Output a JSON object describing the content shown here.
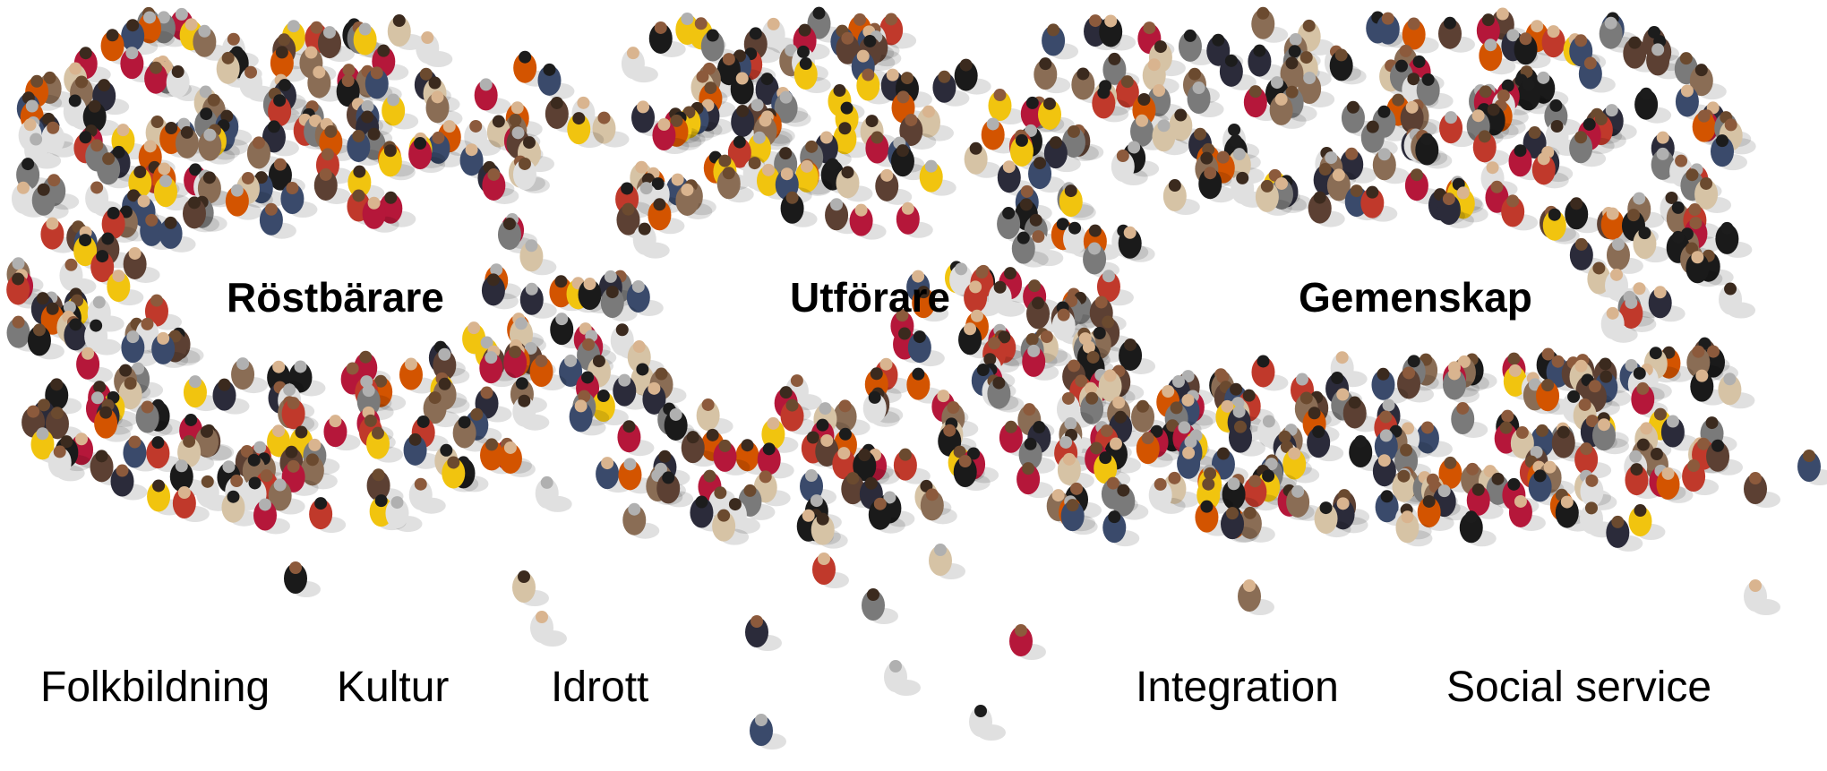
{
  "chain_labels": {
    "left": "Röstbärare",
    "middle": "Utförare",
    "right": "Gemenskap"
  },
  "sectors": [
    "Folkbildning",
    "Kultur",
    "Idrott",
    "Integration",
    "Social service"
  ],
  "palette": [
    "#1a1a1a",
    "#2b2b3a",
    "#c0392b",
    "#e0e0e0",
    "#8a6d55",
    "#3a4a6b",
    "#d6c3a5",
    "#b5173a",
    "#f1c40f",
    "#7a7a7a",
    "#5c4033",
    "#d35400"
  ]
}
